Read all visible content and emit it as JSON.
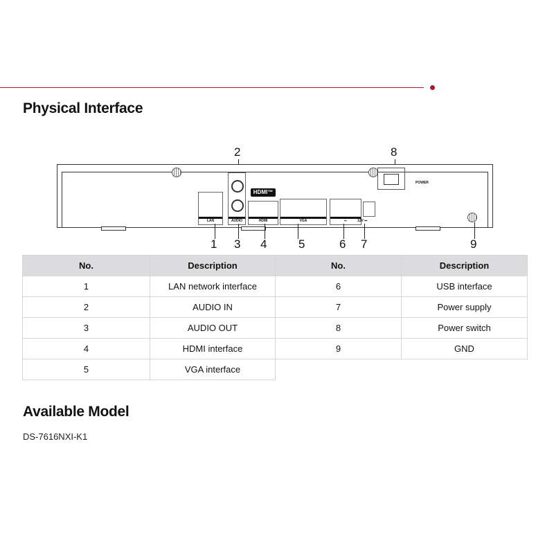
{
  "header": {
    "accent_color": "#a8192e"
  },
  "sections": {
    "physical_interface": {
      "title": "Physical Interface"
    },
    "available_model": {
      "title": "Available Model",
      "model": "DS-7616NXI-K1"
    }
  },
  "diagram": {
    "callouts": [
      "1",
      "2",
      "3",
      "4",
      "5",
      "6",
      "7",
      "8",
      "9"
    ],
    "port_labels": {
      "lan": "LAN",
      "audio": "AUDIO",
      "hdmi": "HDMI",
      "vga": "VGA",
      "usb": "⭠",
      "power_in": "12V ⎓",
      "power_switch": "POWER",
      "hdmi_logo": "HDMI™"
    }
  },
  "table": {
    "headers": [
      "No.",
      "Description",
      "No.",
      "Description"
    ],
    "rows": [
      {
        "no_left": "1",
        "desc_left": "LAN network interface",
        "no_right": "6",
        "desc_right": "USB interface"
      },
      {
        "no_left": "2",
        "desc_left": "AUDIO IN",
        "no_right": "7",
        "desc_right": "Power supply"
      },
      {
        "no_left": "3",
        "desc_left": "AUDIO OUT",
        "no_right": "8",
        "desc_right": "Power switch"
      },
      {
        "no_left": "4",
        "desc_left": "HDMI interface",
        "no_right": "9",
        "desc_right": "GND"
      },
      {
        "no_left": "5",
        "desc_left": "VGA interface"
      }
    ]
  }
}
